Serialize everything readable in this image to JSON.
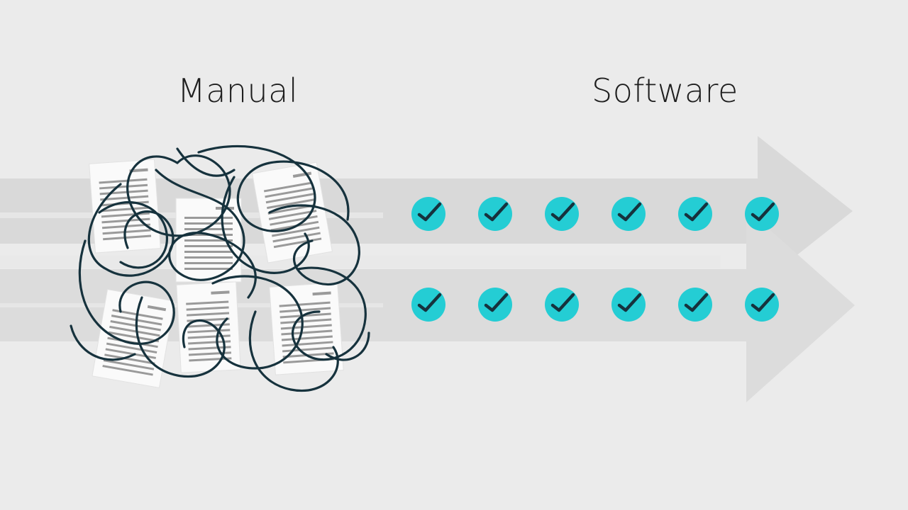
{
  "headings": {
    "left": "Manual",
    "right": "Software"
  },
  "colors": {
    "background": "#ebebeb",
    "arrow": "#d9d9d9",
    "tangle": "#16323d",
    "check_fill": "#24cdd4",
    "check_mark": "#16323d",
    "document": "#fafafa",
    "document_lines": "#9a9a9a"
  },
  "icons": {
    "check": "check-circle-icon",
    "document": "document-icon",
    "tangle": "tangled-line"
  },
  "rows": [
    {
      "checks": 6
    },
    {
      "checks": 6
    }
  ],
  "documents": 6
}
